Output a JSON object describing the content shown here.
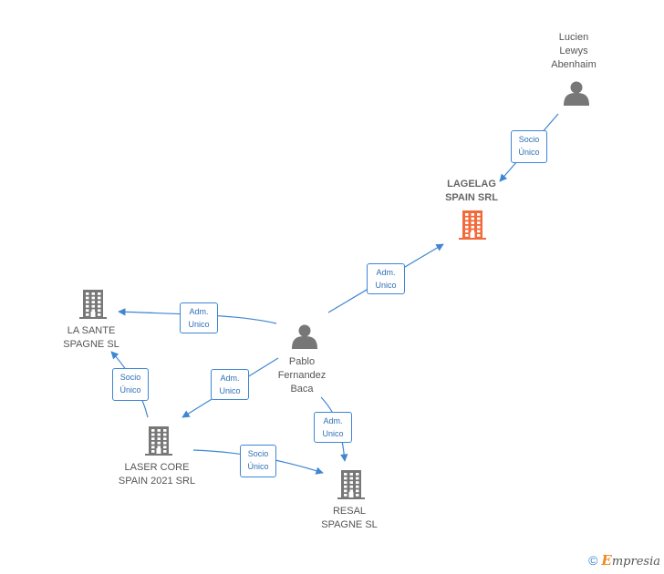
{
  "nodes": [
    {
      "id": "lucien",
      "type": "person",
      "lines": [
        "Lucien",
        "Lewys",
        "Abenhaim"
      ],
      "color": "#777777"
    },
    {
      "id": "lagelag",
      "type": "company",
      "lines": [
        "LAGELAG",
        "SPAIN SRL"
      ],
      "color": "#f26a3a",
      "highlight": true
    },
    {
      "id": "pablo",
      "type": "person",
      "lines": [
        "Pablo",
        "Fernandez",
        "Baca"
      ],
      "color": "#777777"
    },
    {
      "id": "lasante",
      "type": "company",
      "lines": [
        "LA SANTE",
        "SPAGNE  SL"
      ],
      "color": "#777777"
    },
    {
      "id": "lasercore",
      "type": "company",
      "lines": [
        "LASER CORE",
        "SPAIN 2021 SRL"
      ],
      "color": "#777777"
    },
    {
      "id": "resal",
      "type": "company",
      "lines": [
        "RESAL",
        "SPAGNE  SL"
      ],
      "color": "#777777"
    }
  ],
  "edges": [
    {
      "id": "e1",
      "from": "lucien",
      "to": "lagelag",
      "lines": [
        "Socio",
        "Único"
      ]
    },
    {
      "id": "e2",
      "from": "pablo",
      "to": "lagelag",
      "lines": [
        "Adm.",
        "Unico"
      ]
    },
    {
      "id": "e3",
      "from": "pablo",
      "to": "lasante",
      "lines": [
        "Adm.",
        "Unico"
      ]
    },
    {
      "id": "e4",
      "from": "pablo",
      "to": "lasercore",
      "lines": [
        "Adm.",
        "Unico"
      ]
    },
    {
      "id": "e5",
      "from": "pablo",
      "to": "resal",
      "lines": [
        "Adm.",
        "Unico"
      ]
    },
    {
      "id": "e6",
      "from": "lasercore",
      "to": "lasante",
      "lines": [
        "Socio",
        "Único"
      ]
    },
    {
      "id": "e7",
      "from": "lasercore",
      "to": "resal",
      "lines": [
        "Socio",
        "Único"
      ]
    }
  ],
  "colors": {
    "edge": "#3f86d3",
    "label_text": "#2f6fb7"
  },
  "footer": {
    "copyright": "©",
    "brand_initial": "E",
    "brand_rest": "mpresia"
  }
}
